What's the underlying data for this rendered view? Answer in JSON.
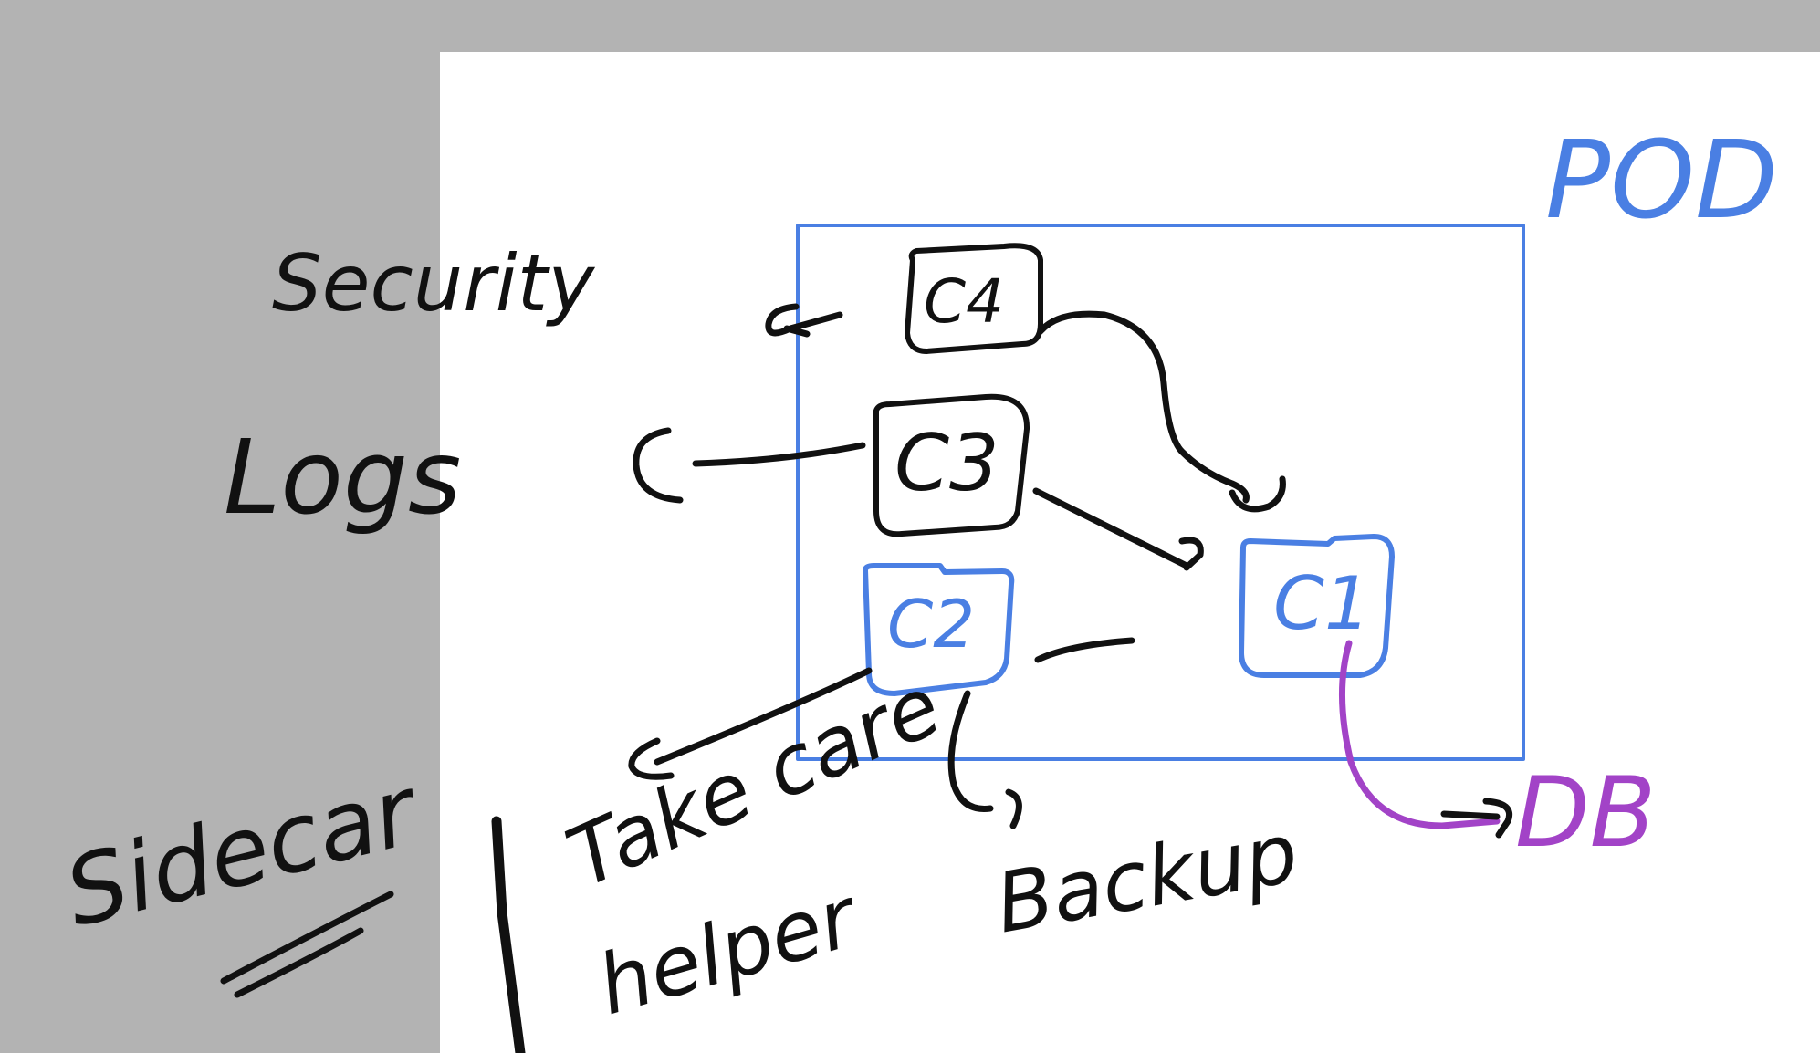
{
  "diagram": {
    "pod": {
      "label": "POD"
    },
    "containers": [
      {
        "id": "c4",
        "label": "C4"
      },
      {
        "id": "c3",
        "label": "C3"
      },
      {
        "id": "c2",
        "label": "C2"
      },
      {
        "id": "c1",
        "label": "C1"
      }
    ],
    "database": {
      "label": "DB"
    },
    "side_notes": {
      "security": "Security",
      "logs": "Logs",
      "sidecar": "Sidecar"
    },
    "bottom_notes": {
      "take_care": "Take care",
      "helper": "helper",
      "backup": "Backup"
    },
    "colors": {
      "ink": "#111111",
      "pod_border": "#4a7fe3",
      "app_container": "#4a7fe3",
      "db_link": "#a243c7",
      "canvas": "#ffffff",
      "margin": "#b3b3b3"
    }
  }
}
